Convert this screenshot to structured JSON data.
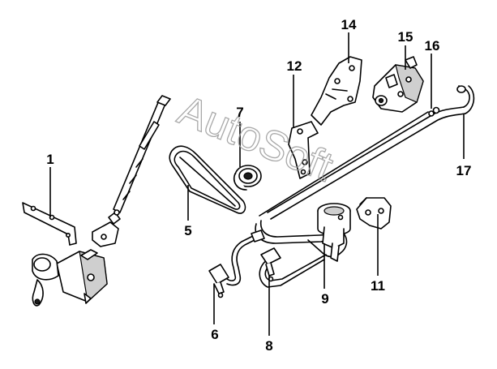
{
  "diagram": {
    "watermark": "AutoSoft",
    "callouts": [
      "1",
      "5",
      "6",
      "7",
      "8",
      "9",
      "11",
      "12",
      "14",
      "15",
      "16",
      "17"
    ]
  }
}
